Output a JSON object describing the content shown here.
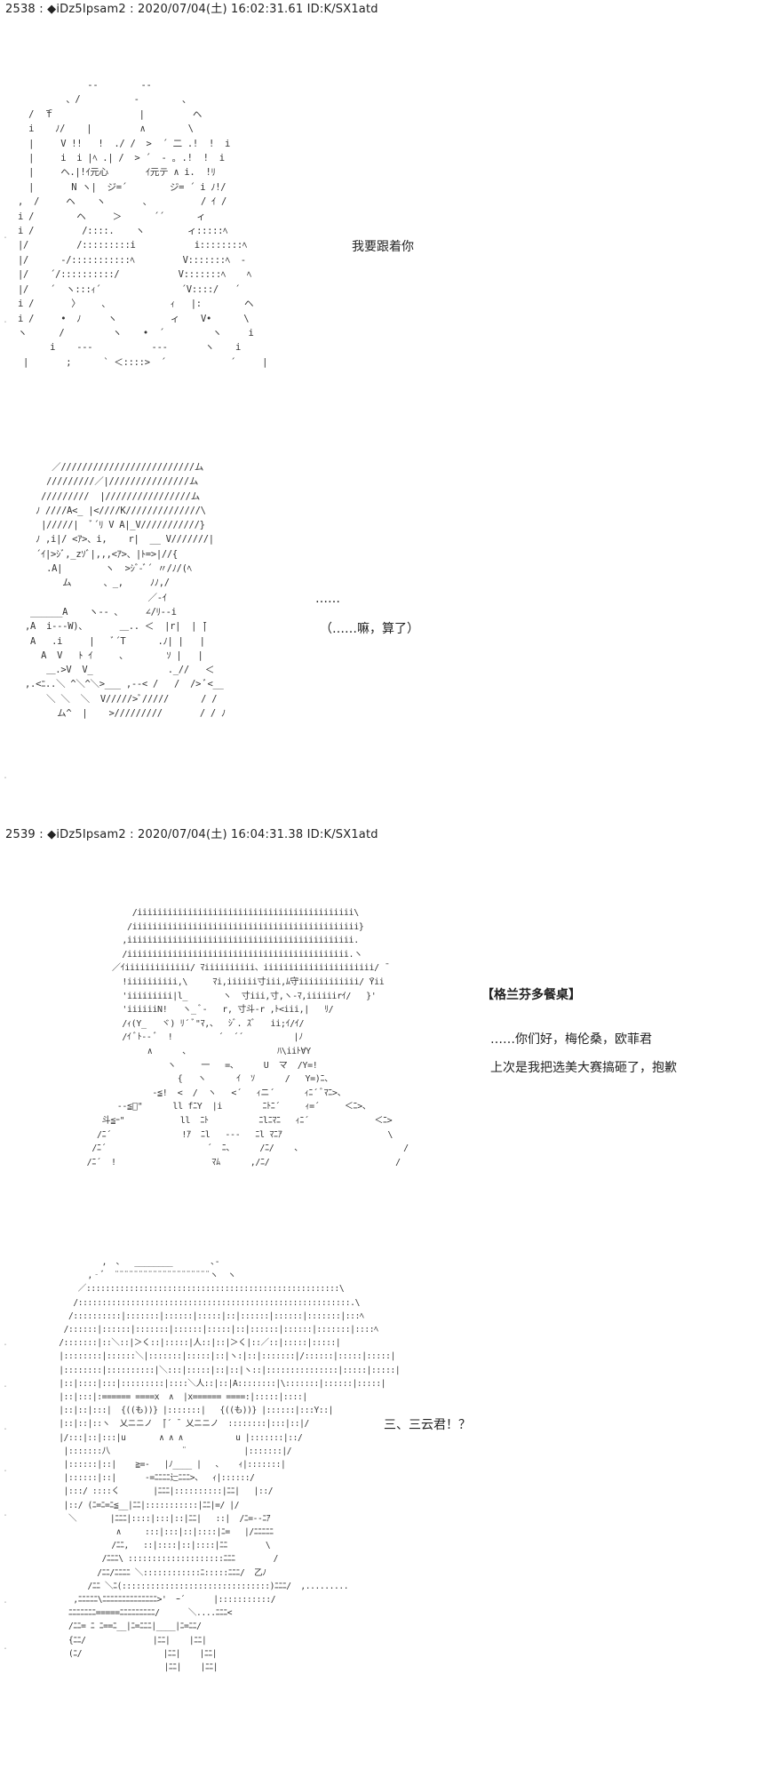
{
  "post1": {
    "header": "2538 : ◆iDz5Ipsam2 : 2020/07/04(土) 16:02:31.61 ID:K/SX1atd",
    "art_girl": "              ‐-        ‐-\n          、/          ‐        、\n   /  ̄ｆ                |         ヘ\n   i    ﾉ/    |         ∧        \\\n   |     V !!   !  ./ /  >  ´ 二 .!  !  i\n   |     i  i |ﾍ .| /  > ´  ‐ ｡ .!  !  i\n   |     ヘ.|!ｲ元心       ｲ元テ ∧ i.  !ﾘ\n   |       N ヽ|  ジ=´        ジ= ´ i ﾉ!/\n ,  /     ヘ    ヽ       ､          / ｲ /\n i /        ヘ     ＞      ´´      ィ\n i /         /::::.    ヽ        ィ:::::ﾍ\n |/         /:::::::::i           i::::::::ﾍ\n |/      -/:::::::::::ﾍ         V:::::::ﾍ  -\n |/    ´/::::::::::/           V:::::::ﾍ    ﾍ\n |/    ´  ヽ:::ｨ´               ´V::::/   ´\n i /       〉    ､            ｨ   |:        ヘ\n i /     •  ﾉ     ヽ          ィ    V•      \\\n ヽ      /         ヽ    •  ´         ヽ     i\n       i    ‐-‐           ‐-‐       ヽ    i\n  |       ;      ` ＜::::>  ´            ´     |",
    "text_follow": "我要跟着你",
    "art_boy": "      ／/////////////////////////ム\n     /////////／|///////////////ム\n    /////////  |////////////////ム\n   ﾉ ////A<_ |<////K//////////////\\\n    |/////|  ﾞ´ﾘ V A|_V///////////}\n   ﾉ ,i|/ <ｱ>、i,    r|  __ V///////|\n   ´ｲ|>ｼﾞ,_zｿﾞ|,,,<ｱ>、|ﾄ=>|//{\n     .A|        ヽ  >ｼﾞ-ﾞ´ 〃/ﾉ/(ﾍ\n        ム      、_,     ﾉﾉ,/\n                        ／-ｲ\n  ______A    ヽ-- ､     ∠/ﾘ--i\n ,A  i---W)、      ＿.. ＜  |r|  | ̄|\n  A   .i     |   ﾞ´T      .ﾉ| |   |\n    A  V   ﾄ ｲ     ､        ｿ |   |\n     ＿.>V  V_              ._//   ＜\n ,.<ﾆ..＼ ^＼^＼>___ ,--< /   /  /> ﾞ<__\n     ＼ ＼  ＼  V/////>ﾞ/////      / /\n       ム^  |    >/////////       / / ﾉ",
    "text_ellipsis": "……",
    "text_sigh": "（……嘛，算了）"
  },
  "post2": {
    "header": "2539 : ◆iDz5Ipsam2 : 2020/07/04(土) 16:04:31.38 ID:K/SX1atd",
    "art_man": "          /iiiiiiiiiiiiiiiiiiiiiiiiiiiiiiiiiiiiiiiiiii\\\n         /iiiiiiiiiiiiiiiiiiiiiiiiiiiiiiiiiiiiiiiiiiiii}\n        ,iiiiiiiiiiiiiiiiiiiiiiiiiiiiiiiiiiiiiiiiiiiii.\n        /iiiiiiiiiiiiiiiiiiiiiiiiiiiiiiiiiiiiiiiiiiii.ヽ\n      ／ｲiiiiiiiiiiiii/ ﾏiiiiiiiiii、iiiiiiiiiiiiiiiiiiiiii/ ̄\n        !iiiiiiiiii,\\     ﾏi,iiiiii寸iii,ﾑ守iiiiiiiiiiii/ ̄Yii\n        'iiiiiiiii|l_       ヽ  寸iii,寸,ヽ-ﾏ,iiiiiirｲ/   }'\n        'iiiiiiN!   ヽ_ ﾞ-   r, 寸斗-r ,ﾄ<iii,|   ﾘ/\n        /ｨ(Y_   ヾ) ﾘ´ ﾞ\"ﾏ,、  ｼﾞ. ｽﾞ   ii;ｲ/ｲ/\n        /ｲ ﾞﾄ-- ﾞ  !         ´  ´´          |ﾉ\n             ∧      ､                  ﾊ\\iiﾄ∀Y\n                 ヽ     一   =、     U  マ  /Y=!\n                   {   ヽ      ｲ  ｿ      /   Y=)ﾆ、\n              -≦!  <  /  ヽ   <´   ｨニ´      ｨﾆ´ ﾞﾏﾆ>、\n       ‐-≦ﾞ\"      ll fﾆY  |i        ﾆﾄﾆ´     ｨ=´     ＜ﾆ>、\n    斗≦ｰ\"           ll  ﾆﾄ          ﾆlﾆﾏﾆ   ｨﾆ´             ＜ﾆ>\n   /ﾆ´              !ｱ  ﾆl   ---   ﾆl ﾏﾆｱ                     \\\n  /ﾆ´                    ´  ﾆ、     /ﾆ/    、                    /\n /ﾆ´  !                   ﾏﾑ      ,/ﾆ/                         /",
    "text_name": "【格兰芬多餐桌】",
    "text_hello": "……你们好，梅伦桑，欧菲君",
    "text_apology": "上次是我把选美大赛搞砸了，抱歉",
    "art_girl2": "               ,  ､   ________        ､-\n            ,‐ﾞ  ¨¨¨¨¨¨¨¨¨¨¨¨¨¨¨¨¨¨¨¨ヽ  ヽ\n          ／:::::::::::::::::::::::::::::::::::::::::::::::::::::\\\n         /:::::::::::::::::::::::::::::::::::::::::::::::::::::::::.\\\n        /::::::::::|:::::::|::::::|:::::|::|::::::|::::::|:::::::|:::ﾍ\n       /::::::|::::::|:::::::|::::::|:::::|::|::::::|::::::|:::::::|::::ﾍ\n      /:::::::|::＼::|＞く::|:::::|人::|::|＞く|::／::|:::::|:::::|\n      |::::::::|::::::＼|:::::::|:::::|::|ヽ:|::|:::::::|/::::::|:::::|:::::|\n      |::::::::|::::::::::|＼:::|:::::|::|::|ヽ::|:::::::::::::::|:::::|:::::|\n      |::|::::|:::|:::::::::|::::＼人::|::|A::::::::|\\:::::::|::::::|:::::|\n      |::|:::|:====== ====x  ∧  |x====== ====:|:::::|::::|\n      |::|::|:::|  {((も))} |:::::::|   {((も))} |::::::|:::Y::|\n      |::|::|::ヽ  乂ニニノ  ̄|´ ̄  乂ニニノ  ::::::::|:::|::|/\n      |/:::|::|:::|u       ∧ ∧ ∧           u |:::::::|::/\n       |:::::::八               ¨            |:::::::|/\n       |::::::|::|    ≧=-   |ﾉ____ |   ､    ｨ|:::::::|\n       |::::::|::|      -=ﾆﾆﾆﾆ辷ﾆﾆﾆ>、  ｨ|::::::/\n       |:::/ ::::く       |ﾆﾆﾆ|::::::::::|ﾆﾆ|   |::/\n       |::/ (ﾆ=ﾆ=ﾆ≦__|ﾆﾆ|:::::::::::|ﾆﾆ|=/ |/\n        ＼       |ﾆﾆﾆ|::::|:::|::|ﾆﾆ|   ::|  /ﾆ=--ﾆｱ\n                  ∧     :::|:::|::|::::|ﾆ=   |/ﾆﾆﾆﾆﾆ\n                 /ﾆﾆ,   ::|::::|::|::::|ﾆﾆ        \\\n               /ﾆﾆﾆ\\ ::::::::::::::::::::ﾆﾆﾆ        /\n              /ﾆﾆ/ﾆﾆﾆﾆ ＼::::::::::::ﾆ:::::ﾆﾆﾆ/  乙ﾉ\n            /ﾆﾆ ＼ﾆ(:::::::::::::::::::::::::::::::)ﾆﾆﾆ/  ,.........\n         ,ﾆﾆﾆﾆﾆ\\ﾆﾆﾆﾆﾆﾆﾆﾆﾆﾆﾆﾆﾆﾆ>'  ｰ´      |:::::::::::/\n        ﾆﾆﾆﾆﾆﾆﾆ=====ﾆﾆﾆﾆﾆﾆﾆﾆﾆ/      ＼....ﾆﾆﾆ<\n        /ﾆﾆ= ﾆ ﾆ==ﾆ__|ﾆ=ﾆﾆﾆ|____|ﾆ=ﾆﾆ/\n        {ﾆﾆ/              |ﾆﾆ|    |ﾆﾆ|\n        (ﾆ/                 |ﾆﾆ|    |ﾆﾆ|\n                            |ﾆﾆ|    |ﾆﾆ|",
    "text_surprise": "三、三云君！？"
  },
  "margin_marks": [
    "･",
    "･",
    "･",
    "･",
    "･",
    "･",
    "･",
    "･",
    "･",
    "･"
  ]
}
